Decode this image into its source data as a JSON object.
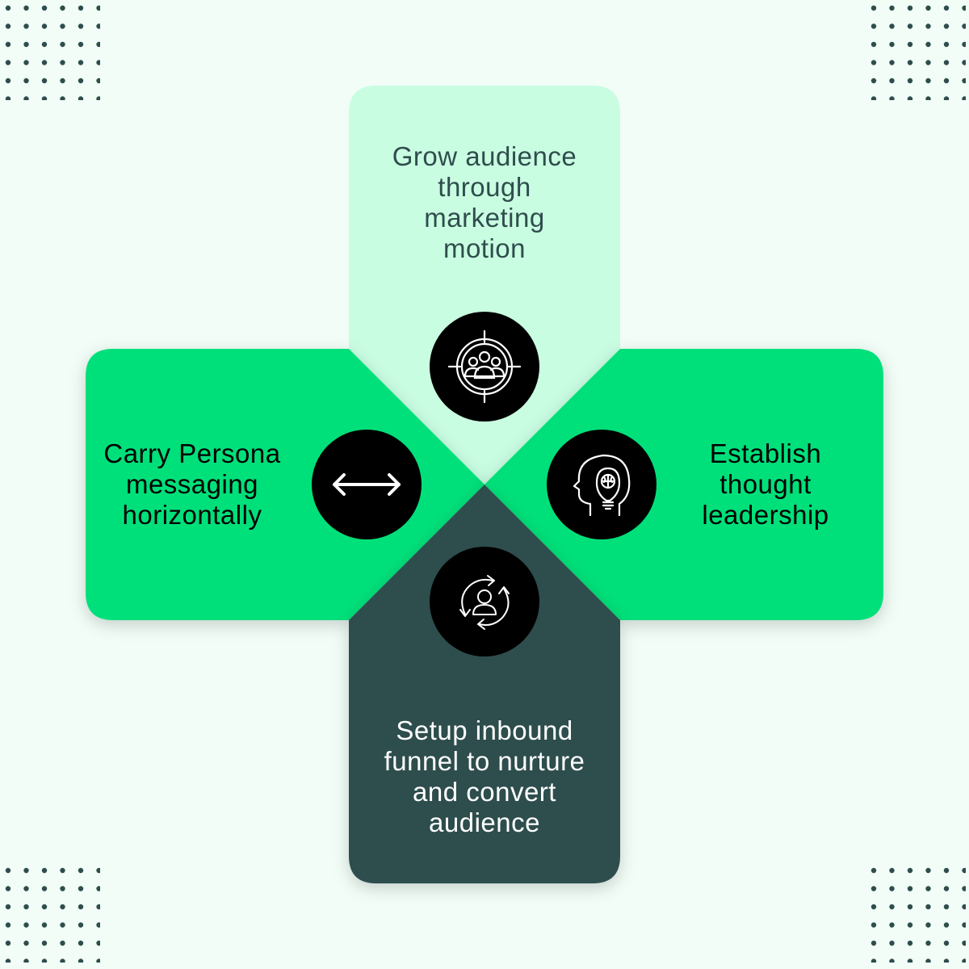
{
  "colors": {
    "background": "#f1fdf6",
    "top_arm": "#c9fde2",
    "side_arms": "#00e07a",
    "bottom_arm": "#2f4d4d",
    "dark_text": "#2f4d4d",
    "light_text": "#ffffff",
    "icon_circle": "#000000",
    "dots": "#2f4d4d"
  },
  "items": {
    "top": {
      "text": "Grow audience\nthrough\nmarketing\nmotion",
      "icon": "target-audience-icon"
    },
    "left": {
      "text": "Carry Persona\nmessaging\nhorizontally",
      "icon": "double-arrow-icon"
    },
    "right": {
      "text": "Establish\nthought\nleadership",
      "icon": "head-lightbulb-brain-icon"
    },
    "bottom": {
      "text": "Setup inbound\nfunnel to nurture\nand convert\naudience",
      "icon": "cycle-person-icon"
    }
  }
}
